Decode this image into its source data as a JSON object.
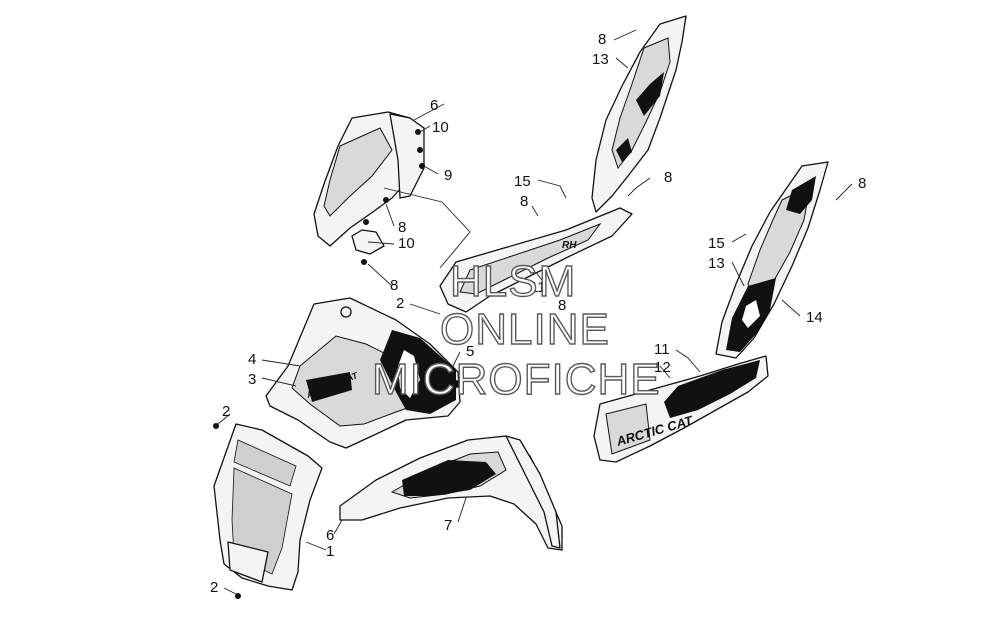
{
  "diagram": {
    "callouts": [
      {
        "id": "c8a",
        "label": "8"
      },
      {
        "id": "c13a",
        "label": "13"
      },
      {
        "id": "c6a",
        "label": "6"
      },
      {
        "id": "c10a",
        "label": "10"
      },
      {
        "id": "c9",
        "label": "9"
      },
      {
        "id": "c15a",
        "label": "15"
      },
      {
        "id": "c8b",
        "label": "8"
      },
      {
        "id": "c8c",
        "label": "8"
      },
      {
        "id": "c8d",
        "label": "8"
      },
      {
        "id": "c10b",
        "label": "10"
      },
      {
        "id": "c8e",
        "label": "8"
      },
      {
        "id": "c11a",
        "label": "11"
      },
      {
        "id": "c8f",
        "label": "8"
      },
      {
        "id": "c2a",
        "label": "2"
      },
      {
        "id": "c8g",
        "label": "8"
      },
      {
        "id": "c15b",
        "label": "15"
      },
      {
        "id": "c13b",
        "label": "13"
      },
      {
        "id": "c14",
        "label": "14"
      },
      {
        "id": "c4",
        "label": "4"
      },
      {
        "id": "c5",
        "label": "5"
      },
      {
        "id": "c3",
        "label": "3"
      },
      {
        "id": "c11b",
        "label": "11"
      },
      {
        "id": "c12",
        "label": "12"
      },
      {
        "id": "c2b",
        "label": "2"
      },
      {
        "id": "c6b",
        "label": "6"
      },
      {
        "id": "c7",
        "label": "7"
      },
      {
        "id": "c1",
        "label": "1"
      },
      {
        "id": "c2c",
        "label": "2"
      }
    ],
    "part_labels": {
      "rh": "RH",
      "brand_upper": "ARCTIC CAT",
      "brand_lower": "ARCTIC CAT"
    }
  },
  "watermark": {
    "line1": "HLSM",
    "line2": "ONLINE",
    "line3": "MICROFICHE"
  }
}
